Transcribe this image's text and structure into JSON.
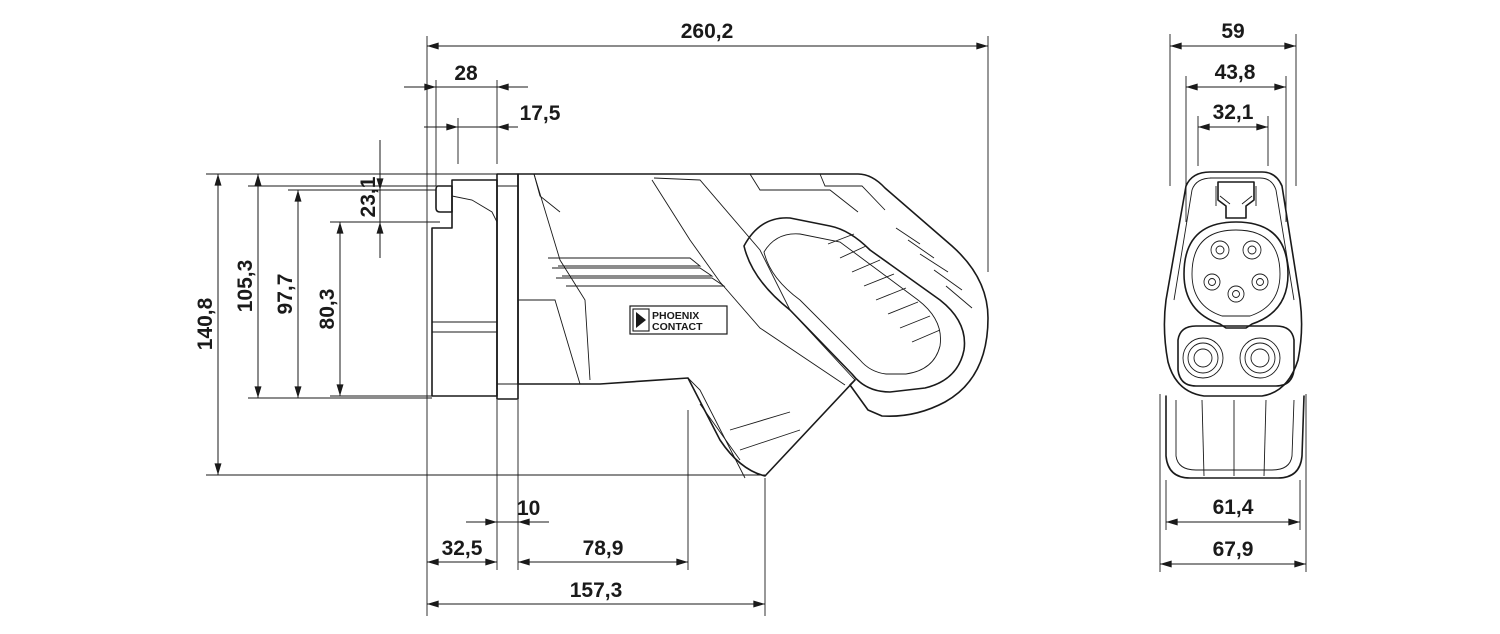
{
  "drawing": {
    "brand_logo_line1": "PHOENIX",
    "brand_logo_line2": "CONTACT",
    "dimensions": {
      "overall_length": "260,2",
      "rear_offset_28": "28",
      "rear_offset_17_5": "17,5",
      "latch_height": "23,1",
      "total_height": "140,8",
      "height_105_3": "105,3",
      "height_97_7": "97,7",
      "height_80_3": "80,3",
      "flange_thickness": "10",
      "rear_body_length": "32,5",
      "body_length_78_9": "78,9",
      "body_length_157_3": "157,3",
      "front_width_59": "59",
      "front_width_43_8": "43,8",
      "front_width_32_1": "32,1",
      "bottom_width_61_4": "61,4",
      "bottom_width_67_9": "67,9"
    },
    "colors": {
      "line": "#1a1a1a",
      "background": "#ffffff"
    }
  }
}
